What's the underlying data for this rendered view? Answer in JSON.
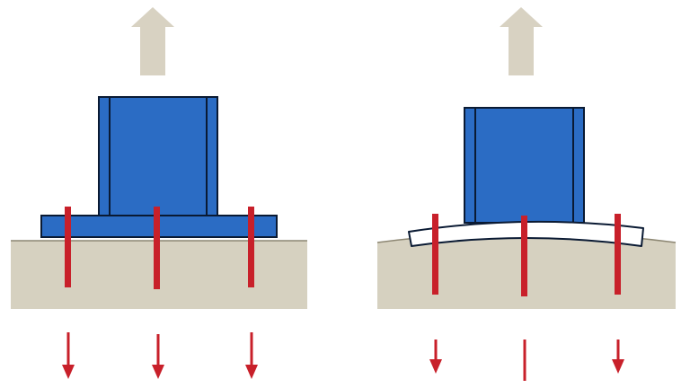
{
  "diagram": {
    "panels": [
      {
        "id": "rigid-baseplate",
        "plate_state": "rigid",
        "load_direction": "up",
        "anchor_count": 3,
        "anchors_with_tension_arrow": [
          true,
          true,
          true
        ]
      },
      {
        "id": "flexible-baseplate",
        "plate_state": "bent",
        "load_direction": "up",
        "anchor_count": 3,
        "anchors_with_tension_arrow": [
          true,
          false,
          true
        ]
      }
    ],
    "colors": {
      "column": "#2b6cc4",
      "column_outline": "#0a1a33",
      "rigid_plate": "#2b6cc4",
      "flexible_plate": "#ffffff",
      "anchor": "#c8202a",
      "arrow_down": "#c8202a",
      "arrow_up": "#d8d2c2",
      "concrete": "#d6d1c0"
    },
    "icons": {
      "load_arrow": "up-arrow-icon",
      "tension_arrow": "down-arrow-icon"
    }
  }
}
